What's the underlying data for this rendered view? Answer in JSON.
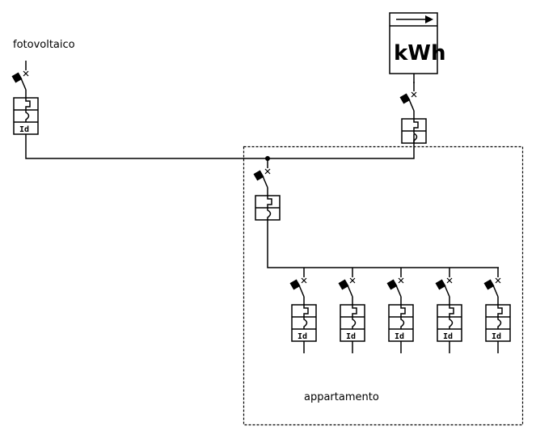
{
  "diagram": {
    "labels": {
      "source": "fotovoltaico",
      "area": "appartamento"
    },
    "meter": {
      "unit": "kWh",
      "icon": "arrow-right-icon"
    },
    "breakers": {
      "differential_label": "Id",
      "icons": [
        "circuit-breaker-icon",
        "thermal-trip-icon",
        "magnetic-trip-icon"
      ]
    },
    "branches": {
      "source_breaker": {
        "type": "differential",
        "label": "Id"
      },
      "meter_breaker": {
        "type": "magnetothermal"
      },
      "main_breaker": {
        "type": "magnetothermal"
      },
      "outgoing": [
        {
          "type": "differential",
          "label": "Id"
        },
        {
          "type": "differential",
          "label": "Id"
        },
        {
          "type": "differential",
          "label": "Id"
        },
        {
          "type": "differential",
          "label": "Id"
        },
        {
          "type": "differential",
          "label": "Id"
        }
      ]
    },
    "colors": {
      "line": "#000000",
      "background": "#ffffff"
    }
  }
}
